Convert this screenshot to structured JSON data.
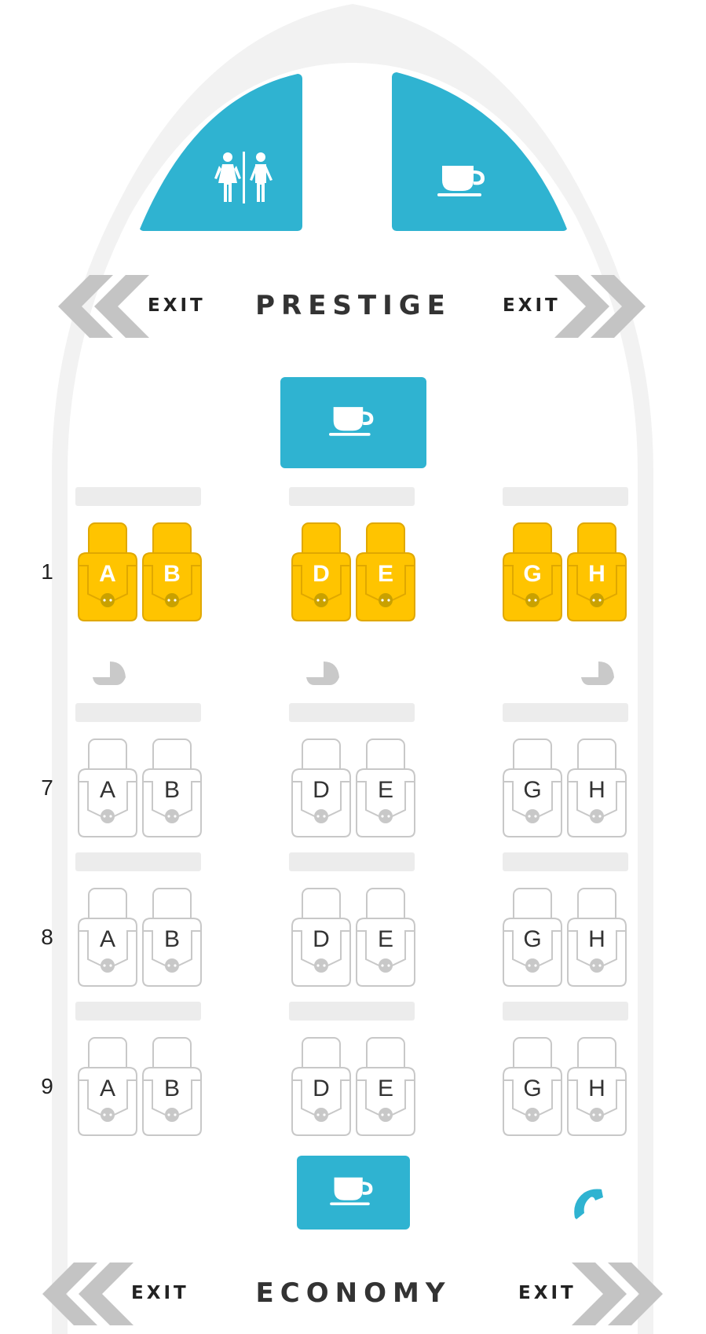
{
  "cabins": {
    "upper": {
      "label": "PRESTIGE",
      "exit_left": "EXIT",
      "exit_right": "EXIT"
    },
    "lower": {
      "label": "ECONOMY",
      "exit_left": "EXIT",
      "exit_right": "EXIT"
    }
  },
  "facilities": {
    "lavatory": "lavatory-icon",
    "galley": "coffee-cup-icon",
    "bassinet": "bassinet-icon",
    "phone": "phone-icon",
    "accent_color": "#2fb3d1"
  },
  "seat_colors": {
    "premium_fill": "#ffc400",
    "premium_border": "#e0a800",
    "standard_border": "#c8c8c8"
  },
  "rows": [
    {
      "number": "1",
      "type": "premium",
      "seats": [
        "A",
        "B",
        "D",
        "E",
        "G",
        "H"
      ]
    },
    {
      "number": "7",
      "type": "standard",
      "seats": [
        "A",
        "B",
        "D",
        "E",
        "G",
        "H"
      ]
    },
    {
      "number": "8",
      "type": "standard",
      "seats": [
        "A",
        "B",
        "D",
        "E",
        "G",
        "H"
      ]
    },
    {
      "number": "9",
      "type": "standard",
      "seats": [
        "A",
        "B",
        "D",
        "E",
        "G",
        "H"
      ]
    }
  ]
}
